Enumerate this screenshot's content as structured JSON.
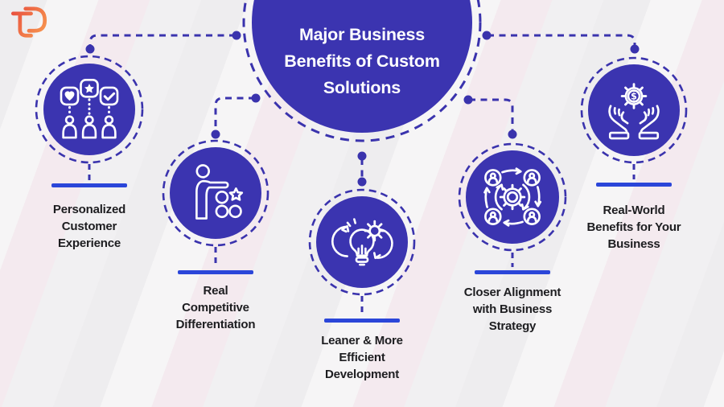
{
  "header": {
    "title": "Major Business\nBenefits of Custom\nSolutions"
  },
  "brand": {
    "logo_name": "td-monogram-logo",
    "logo_color_start": "#e6433c",
    "logo_color_end": "#f89a50"
  },
  "colors": {
    "accent_indigo": "#3b34b0",
    "connector_indigo": "#3a33ad",
    "underline_blue": "#2b46d9",
    "label_text": "#1d1d20",
    "background_gray": "#efeef0",
    "background_stripe_pink": "#f4eaef",
    "icon_stroke": "#ffffff"
  },
  "icons": {
    "dollar_symbol": "$"
  },
  "nodes": [
    {
      "id": "personalized-customer-experience",
      "label": "Personalized\nCustomer\nExperience",
      "icon": "customer-preferences-icon"
    },
    {
      "id": "real-competitive-differentiation",
      "label": "Real\nCompetitive\nDifferentiation",
      "icon": "person-star-icon"
    },
    {
      "id": "leaner-more-efficient-development",
      "label": "Leaner & More\nEfficient\nDevelopment",
      "icon": "lightbulb-gear-icon"
    },
    {
      "id": "closer-alignment-business-strategy",
      "label": "Closer Alignment\nwith Business\nStrategy",
      "icon": "team-gear-cycle-icon"
    },
    {
      "id": "real-world-benefits-business",
      "label": "Real-World\nBenefits for Your\nBusiness",
      "icon": "hands-dollar-gear-icon"
    }
  ]
}
